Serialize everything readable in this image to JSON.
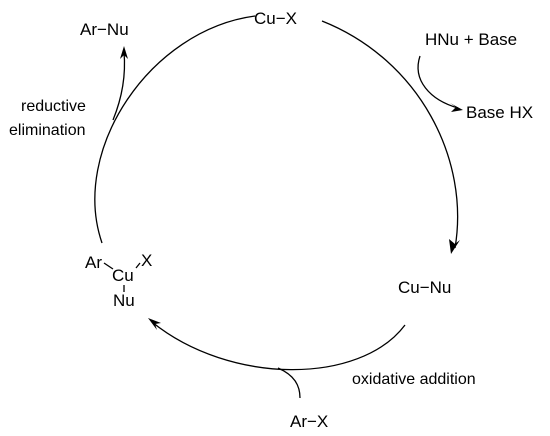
{
  "species": {
    "cu_x": "Cu−X",
    "cu_nu": "Cu−Nu",
    "ar_x": "Ar−X",
    "ar_nu": "Ar−Nu",
    "cu_complex": {
      "ar": "Ar",
      "cu": "Cu",
      "x": "X",
      "nu": "Nu"
    }
  },
  "reagents": {
    "hnu_base": "HNu + Base",
    "base_hx": "Base HX"
  },
  "steps": {
    "reductive_line1": "reductive",
    "reductive_line2": "elimination",
    "oxidative": "oxidative addition"
  }
}
